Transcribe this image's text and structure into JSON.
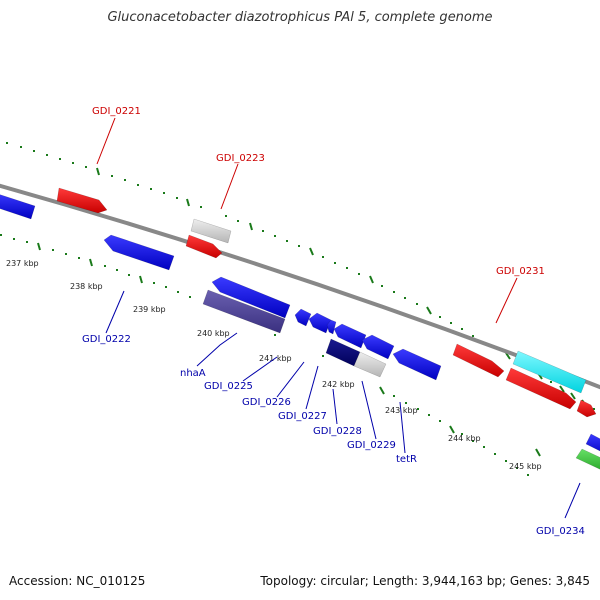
{
  "title": "Gluconacetobacter diazotrophicus PAl 5, complete genome",
  "footer": {
    "accession": "Accession: NC_010125",
    "summary": "Topology: circular; Length: 3,944,163 bp; Genes: 3,845"
  },
  "colors": {
    "forward_label": "#cc0000",
    "reverse_label": "#0000aa",
    "backbone": "#888888",
    "tick": "#1a7a1a"
  },
  "ticks": [
    "237 kbp",
    "238 kbp",
    "239 kbp",
    "240 kbp",
    "241 kbp",
    "242 kbp",
    "243 kbp",
    "244 kbp",
    "245 kbp"
  ],
  "gene_labels": {
    "top": [
      "GDI_0221",
      "GDI_0223",
      "GDI_0231"
    ],
    "bottom": [
      "GDI_0222",
      "nhaA",
      "GDI_0225",
      "GDI_0226",
      "GDI_0227",
      "GDI_0228",
      "GDI_0229",
      "tetR",
      "GDI_0234"
    ]
  }
}
